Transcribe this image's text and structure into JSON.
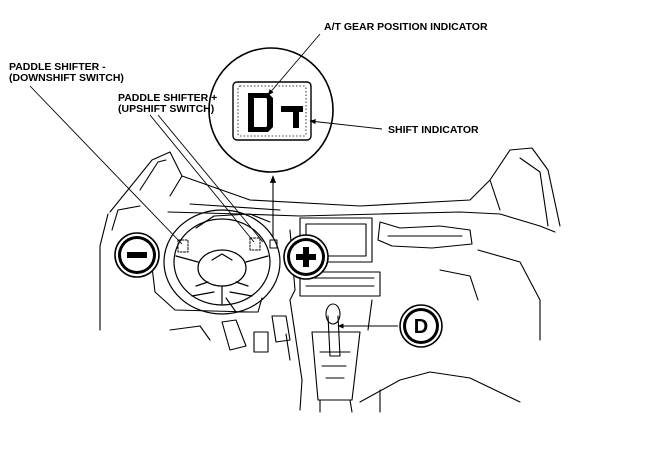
{
  "labels": {
    "at_gear_position": "A/T GEAR POSITION INDICATOR",
    "paddle_minus_line1": "PADDLE SHIFTER -",
    "paddle_minus_line2": "(DOWNSHIFT SWITCH)",
    "paddle_plus_line1": "PADDLE SHIFTER +",
    "paddle_plus_line2": "(UPSHIFT SWITCH)",
    "shift_indicator": "SHIFT INDICATOR"
  },
  "display": {
    "gear_letter": "D",
    "gear_number": "7"
  },
  "symbols": {
    "minus": "minus-symbol",
    "plus": "plus-symbol",
    "drive": "D"
  }
}
